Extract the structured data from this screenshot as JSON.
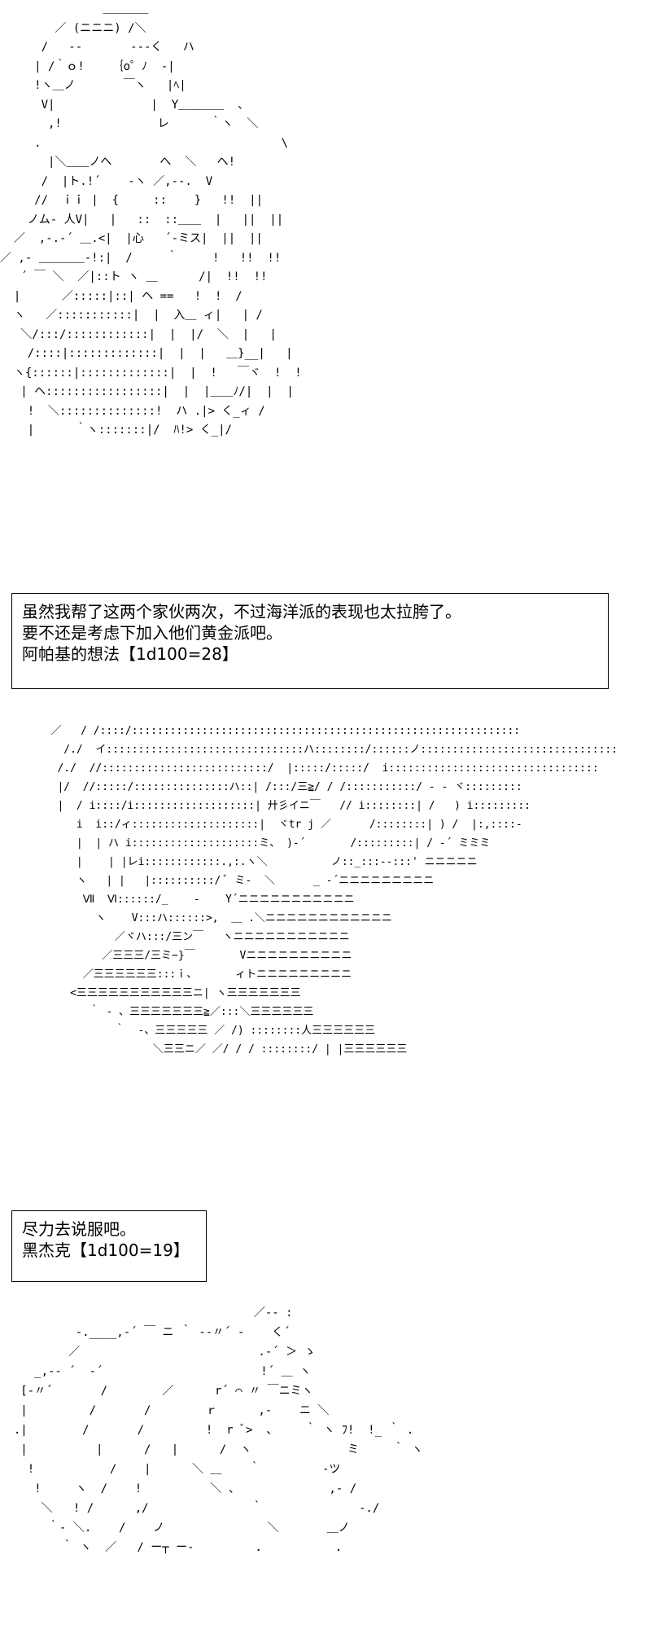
{
  "panels": [
    {
      "art": "               ＿＿＿＿\n        ／ (ニニニ) /＼\n      /   ‐-       -‐-く   ハ\n     | /｀ｏ!    ｛o゜ﾉ  -|\n     !ヽ＿ノ       ￣ヽ   |ﾍ|\n      V|              |  Y＿＿＿＿  、\n       ,!              レ      ｀ヽ  ＼\n     .                                   \\\n       |＼＿＿ノへ       へ  ＼   へ!\n      /  |ト.!´    ‐ヽ ／,‐-.  V\n     //  ｉｉ |  {     ::    }   !!  ||\n    ノム- 人V|   |   ::  ::＿＿  |   ||  ||\n  ／  ,-.-´ ＿.<|  |心   ´-ミス|  ||  ||\n／ ,- ＿＿＿＿-!:|  /     ｀     !   !!  !!\n   ´ ￣ ＼  ／|::ト ヽ ＿      /|  !!  !!\n  |      ／:::::|::| ヘ ==   !  !  /\n  ヽ   ／:::::::::::|  |  入＿ ィ|   | /\n   ＼/:::/::::::::::::|  |  |/  ＼  |   |\n    /::::|:::::::::::::|  |  |   ＿}__|   |\n  ヽ{::::::|:::::::::::::|  |  !   ￣ヾ  !  !\n   | ヘ:::::::::::::::::|  |  |＿＿ﾉ/|  |  |\n    !  ＼::::::::::::::!  ハ .|> く_ィ /\n    |      ｀ヽ:::::::|/  ﾊ!> く_|/"
    },
    {
      "art": "        ／   / /::::/:::::::::::::::::::::::::::::::::::::::::::::::::::::::::::::\n          /./  イ:::::::::::::::::::::::::::::::ハ::::::::/::::::ノ:::::::::::::::::::::::::::::::\n         /./  //::::::::::::::::::::::::::/  |:::::/:::::/  i:::::::::::::::::::::::::::::::::\n         |/  //:::::/:::::::::::::::ハ::| /:::/三≧/ / /:::::::::::/ ‐ ‐ ヾ:::::::::\n         |  / i::::/i:::::::::::::::::::| 廾彡イニ￣   // i::::::::| /   ) i:::::::::\n            i  i::/ィ::::::::::::::::::::|  ヾtr j ／      /::::::::| ) /  |:,::::-\n            |  | ハ i::::::::::::::::::::ミ、 )-´       /:::::::::| / -´ ミミミ\n            |    | |レi::::::::::::.,:.ヽ＼          ノ::_:::--:::' ニニニニニ\n            ヽ   | |   |::::::::::/ ﾞ ミ-  ＼      _ ‐´ニニニニニニニニニ\n             Ⅶ  Ⅵ::::::/_    -    Y´ニニニニニニニニニニニ\n               ヽ    V:::ハ::::::>,  ＿ .＼ニニニニニニニニニニニニ\n                  ／ヾハ:::/三ン￣   ヽニニニニニニニニニニニ\n                ／三三三/三ミ−}￣       Vニニニニニニニニニニ\n             ／三三三三三三:::ｉ、      ィトニニニニニニニニニ\n           <三三三三三三三三三三三ニ| ヽ三三三三三三三\n              ｀ ‐ 、三三三三三三三≧／:::＼三三三三三三\n                  ｀  ‐、三三三三三 ／ /) ::::::::人三三三三三三\n                        ＼三三ニ／ ／/ / / ::::::::/ | |三三三三三三"
    },
    {
      "art": "                                     ／-- :\n           -.____,-´ ￣ ニ ｀ --〃´ ‐    く´\n          ／                          .-´ ＞ ゝ\n     _,-- ´  -´                       !´ ＿ ヽ\n   [-〃´       /        ／      r´ ⌒ 〃 ￣ニミヽ\n   |         /       /        ｒ      ,-    ニ ＼\n  .|        /       /         !  r ﾞ>  、    ｀ ヽ ﾌ!  !_ ｀ .\n   |          |      /   |      /  ヽ              ミ     ｀ ヽ\n    !           /    |      ＼ ＿    ｀         -ツ\n     !     ヽ  /    !          ＼ 、             ,- /\n      ＼   ! /      ,/               ｀              -./\n       ｀- ＼.    /    ノ               ＼       ＿ノ\n         ｀ ヽ  ／   / ー┬ ー-         ．          ．"
    }
  ],
  "captions": [
    {
      "lines": [
        "虽然我帮了这两个家伙两次，不过海洋派的表现也太拉胯了。",
        "要不还是考虑下加入他们黄金派吧。",
        "阿帕基的想法【1d100=28】"
      ]
    },
    {
      "lines": [
        "尽力去说服吧。",
        "黑杰克【1d100=19】"
      ]
    }
  ]
}
